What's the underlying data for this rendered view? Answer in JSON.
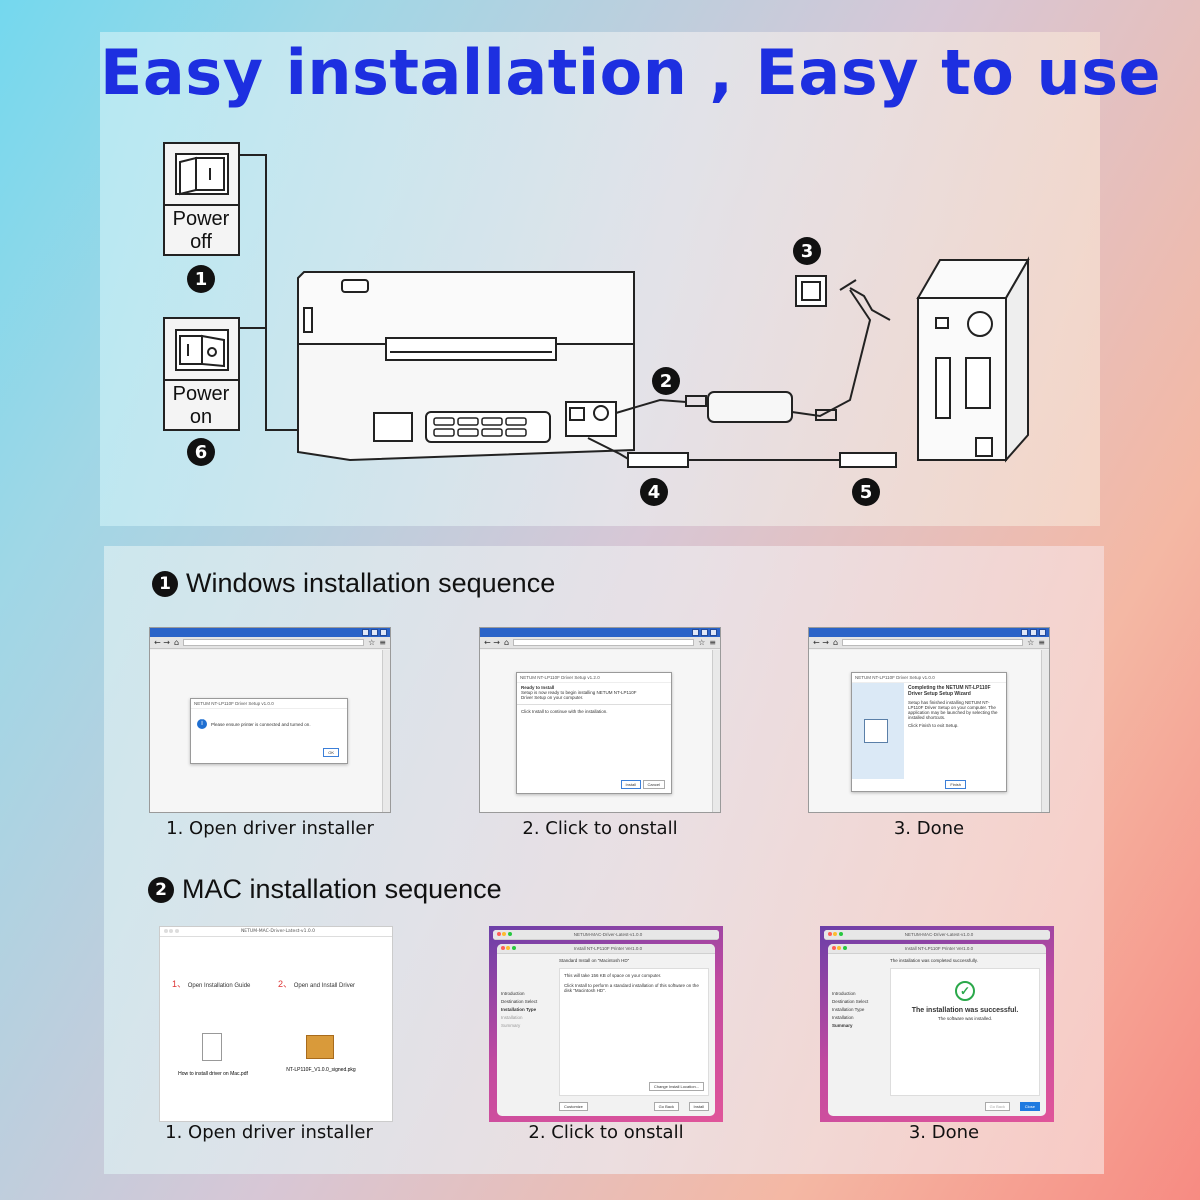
{
  "headline": "Easy installation , Easy to use",
  "diagram": {
    "switch_off_label_line1": "Power",
    "switch_off_label_line2": "off",
    "switch_on_label_line1": "Power",
    "switch_on_label_line2": "on",
    "step_numbers": [
      "1",
      "2",
      "3",
      "4",
      "5",
      "6"
    ]
  },
  "windows": {
    "bullet": "1",
    "title": "Windows installation sequence",
    "steps": [
      {
        "caption": "1. Open driver installer",
        "dialog_title": "NETUM NT-LP110F Driver Setup v1.0.0",
        "dialog_message": "Please ensure printer is connected and turned on.",
        "dialog_button": "OK"
      },
      {
        "caption": "2. Click to onstall",
        "dialog_title": "NETUM NT-LP110F Driver Setup v1.2.0",
        "dialog_heading": "Ready to Install",
        "dialog_text": "Setup is now ready to begin installing NETUM NT-LP110F Driver Setup on your computer.",
        "dialog_text2": "Click Install to continue with the installation.",
        "install_button": "Install",
        "cancel_button": "Cancel"
      },
      {
        "caption": "3. Done",
        "dialog_title": "NETUM NT-LP110F Driver Setup v1.0.0",
        "dialog_heading": "Completing the NETUM NT-LP110F Driver Setup Setup Wizard",
        "dialog_text": "Setup has finished installing NETUM NT-LP110F Driver Setup on your computer. The application may be launched by selecting the installed shortcuts.",
        "dialog_text2": "Click Finish to exit Setup.",
        "finish_button": "Finish"
      }
    ]
  },
  "mac": {
    "bullet": "2",
    "title": "MAC installation sequence",
    "steps": [
      {
        "caption": "1. Open driver installer",
        "window_title": "NETUM-MAC-Driver-Latest-v1.0.0",
        "option1_num": "1、",
        "option1_label": "Open Installation Guide",
        "option2_num": "2、",
        "option2_label": "Open and Install Driver",
        "file1_name": "How to install driver on Mac.pdf",
        "file2_name": "NT-LP110F_V1.0.0_signed.pkg"
      },
      {
        "caption": "2. Click to onstall",
        "window_title": "NETUM-MAC-Driver-Latest-v1.0.0",
        "installer_title": "Install NT-LP110F Printer Ver1.0.0",
        "subtitle": "Standard Install on \"Macintosh HD\"",
        "sidebar": [
          "Introduction",
          "Destination Select",
          "Installation Type",
          "Installation",
          "Summary"
        ],
        "text1": "This will take 156 KB of space on your computer.",
        "text2": "Click Install to perform a standard installation of this software on the disk \"Macintosh HD\".",
        "change_button": "Change Install Location...",
        "customize_button": "Customize",
        "goback_button": "Go Back",
        "install_button": "Install"
      },
      {
        "caption": "3. Done",
        "window_title": "NETUM-MAC-Driver-Latest-v1.0.0",
        "installer_title": "Install NT-LP110F Printer Ver1.0.0",
        "subtitle": "The installation was completed successfully.",
        "sidebar": [
          "Introduction",
          "Destination Select",
          "Installation Type",
          "Installation",
          "Summary"
        ],
        "success_heading": "The installation was successful.",
        "success_text": "The software was installed.",
        "goback_button": "Go Back",
        "close_button": "Close"
      }
    ]
  },
  "colors": {
    "headline": "#1d2fe0",
    "win_titlebar": "#2a63c8",
    "mac_accent": "#1f7ae0",
    "success_green": "#2aa84a"
  }
}
